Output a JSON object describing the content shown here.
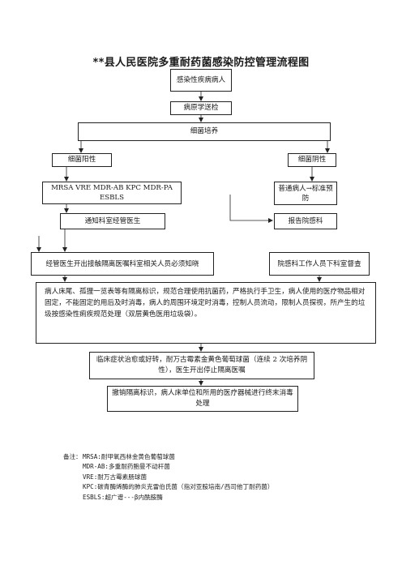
{
  "title": "**县人民医院多重耐药菌感染防控管理流程图",
  "boxes": {
    "infected_patient": "感染性疾病病人",
    "pathogen_test": "病原学送检",
    "culture": "细菌培养",
    "positive": "细菌阳性",
    "negative": "细菌阴性",
    "organisms": "MRSA VRE MDR-AB KPC MDR-PA ESBLS",
    "standard_precaution": "普通病人→标准预防",
    "notify_doctor": "通知科室经管医生",
    "report_infection": "报告院感科",
    "doctor_isolation": "经管医生开出接触隔离医嘱科室相关人员必须知晓",
    "infection_staff": "院感科工作人员下科室督查",
    "measures": "病人床尾、孤狸一览表等有隔离标识，规范合理使用抗菌药，严格执行手卫生，病人使用的医疗物品相对固定，不能固定的用后及时消毒，病人的周围环境定时消毒，控制人员流动，限制人员探视，所产生的垃圾按感染性痢疾规范处理（双层黄色医用垃圾袋）。",
    "clinical_recovery": "临床症状治愈或好转，耐万古霉素金黄色葡萄球菌（连续 2 次培养阴性），医生开出停止隔离医嘱",
    "terminal_disinfection": "撤销隔离标识，病人床单位和所用的医疗器械进行终末消毒处理"
  },
  "notes": {
    "label": "备注：",
    "items": [
      "MRSA:耐甲氧西林金黄色葡萄球菌",
      "MDR-AB:多重耐药鲍曼不动杆菌",
      "VRE:耐万古霉素肠球菌",
      "KPC:碳青酶烯酶的肺炎克雷伯氏菌（指对亚胺培南/西司他丁耐药菌）",
      "ESBLS:超广谱---β内酰胺酶"
    ]
  }
}
